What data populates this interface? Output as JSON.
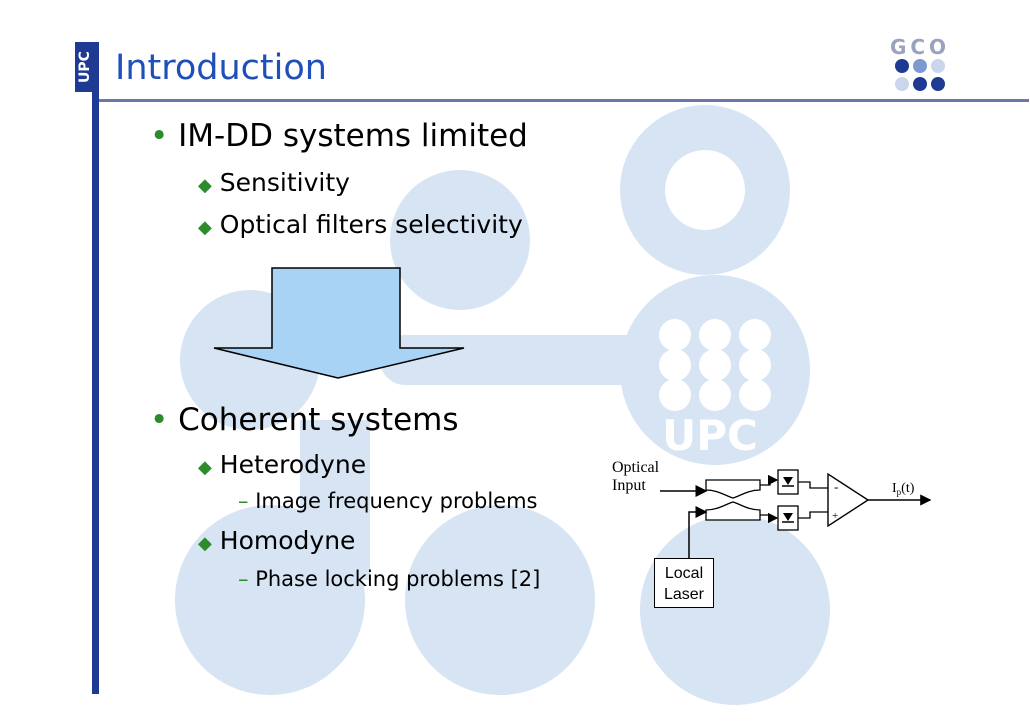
{
  "header": {
    "side_tab": "UPC",
    "title": "Introduction",
    "logo_text": "GCO"
  },
  "background": {
    "watermark_text": "UPC"
  },
  "bullets": {
    "b1": {
      "text": "IM-DD systems limited"
    },
    "b1_sub1": "Sensitivity",
    "b1_sub2": "Optical filters selectivity",
    "b2": {
      "text": "Coherent systems"
    },
    "b2_sub1": "Heterodyne",
    "b2_sub1_detail": "Image frequency problems",
    "b2_sub2": "Homodyne",
    "b2_sub2_detail": "Phase locking problems [2]"
  },
  "diagram": {
    "optical_label_1": "Optical",
    "optical_label_2": "Input",
    "laser_label_1": "Local",
    "laser_label_2": "Laser",
    "output_label": "I",
    "output_sub": "p",
    "output_arg": "(t)",
    "amp_minus": "-",
    "amp_plus": "+"
  },
  "colors": {
    "title": "#1f4fb8",
    "bullet": "#2d8b2d",
    "watermark": "#d6e4f3",
    "arrow_fill": "#a9d3f5",
    "bar": "#1f3a93"
  }
}
